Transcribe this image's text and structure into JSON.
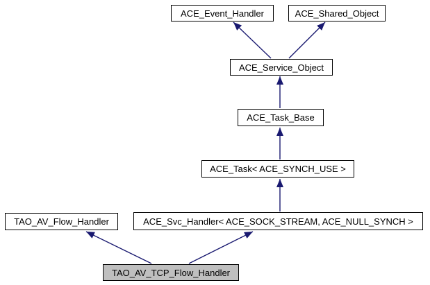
{
  "diagram": {
    "type": "class-inheritance-graph",
    "nodes": {
      "event_handler": {
        "label": "ACE_Event_Handler"
      },
      "shared_object": {
        "label": "ACE_Shared_Object"
      },
      "service_object": {
        "label": "ACE_Service_Object"
      },
      "task_base": {
        "label": "ACE_Task_Base"
      },
      "task": {
        "label": "ACE_Task< ACE_SYNCH_USE >"
      },
      "flow_handler": {
        "label": "TAO_AV_Flow_Handler"
      },
      "svc_handler": {
        "label": "ACE_Svc_Handler< ACE_SOCK_STREAM, ACE_NULL_SYNCH >"
      },
      "tcp_flow_handler": {
        "label": "TAO_AV_TCP_Flow_Handler",
        "highlighted": true
      }
    },
    "edges": [
      {
        "from": "ACE_Service_Object",
        "to": "ACE_Event_Handler"
      },
      {
        "from": "ACE_Service_Object",
        "to": "ACE_Shared_Object"
      },
      {
        "from": "ACE_Task_Base",
        "to": "ACE_Service_Object"
      },
      {
        "from": "ACE_Task< ACE_SYNCH_USE >",
        "to": "ACE_Task_Base"
      },
      {
        "from": "ACE_Svc_Handler< ACE_SOCK_STREAM, ACE_NULL_SYNCH >",
        "to": "ACE_Task< ACE_SYNCH_USE >"
      },
      {
        "from": "TAO_AV_TCP_Flow_Handler",
        "to": "TAO_AV_Flow_Handler"
      },
      {
        "from": "TAO_AV_TCP_Flow_Handler",
        "to": "ACE_Svc_Handler< ACE_SOCK_STREAM, ACE_NULL_SYNCH >"
      }
    ],
    "colors": {
      "edge": "#191970",
      "node_border": "#000000",
      "node_fill": "#ffffff",
      "highlight_fill": "#bfbfbf",
      "background": "#ffffff"
    }
  }
}
